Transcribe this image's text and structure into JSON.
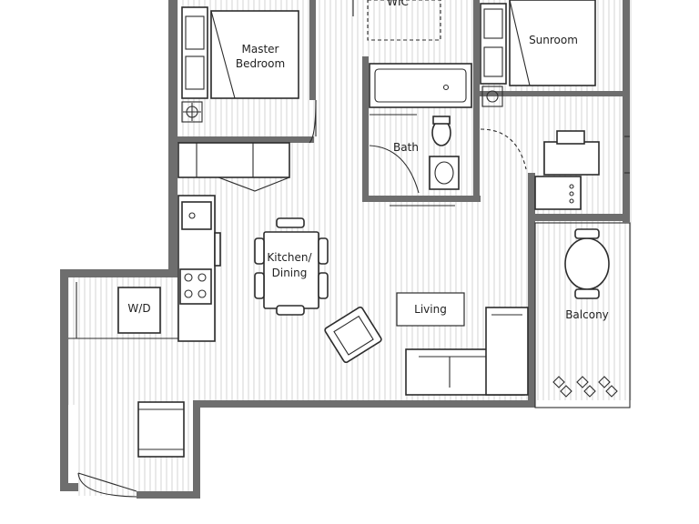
{
  "rooms": {
    "wic": "WIC",
    "master_bedroom_line1": "Master",
    "master_bedroom_line2": "Bedroom",
    "sunroom": "Sunroom",
    "bath": "Bath",
    "kitchen_dining_line1": "Kitchen/",
    "kitchen_dining_line2": "Dining",
    "wd": "W/D",
    "living": "Living",
    "balcony": "Balcony"
  },
  "colors": {
    "wall": "#6e6e6e",
    "line": "#2c2c2c",
    "floor_stripe": "#c9c9c9"
  }
}
